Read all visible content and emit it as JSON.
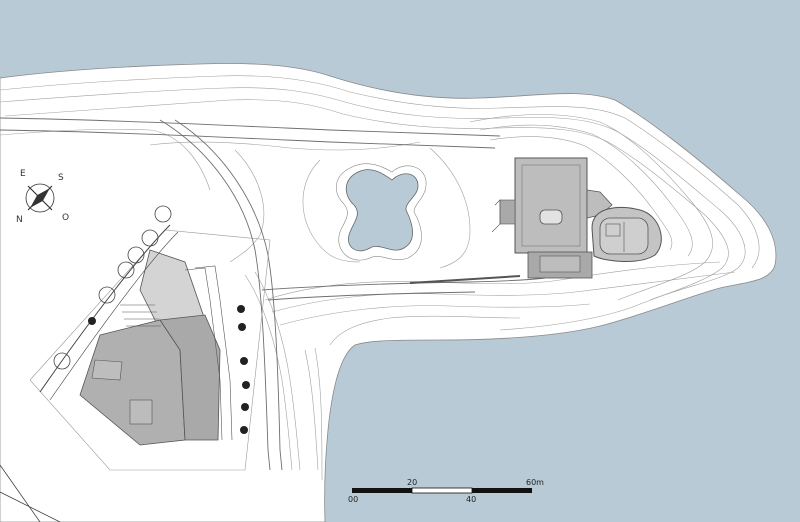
{
  "colors": {
    "water": "#b7cad6",
    "land": "#ffffff",
    "contour": "#9a9a9a",
    "building_dark": "#a9a9a9",
    "building_light": "#cfcfcf",
    "ink": "#1a1a1a"
  },
  "compass": {
    "labels": [
      "N",
      "E",
      "S",
      "O"
    ]
  },
  "scale_bar": {
    "top_labels": [
      "20",
      "60m"
    ],
    "bottom_labels": [
      "00",
      "40"
    ]
  },
  "icons": [
    "compass-icon",
    "tree-icon"
  ]
}
